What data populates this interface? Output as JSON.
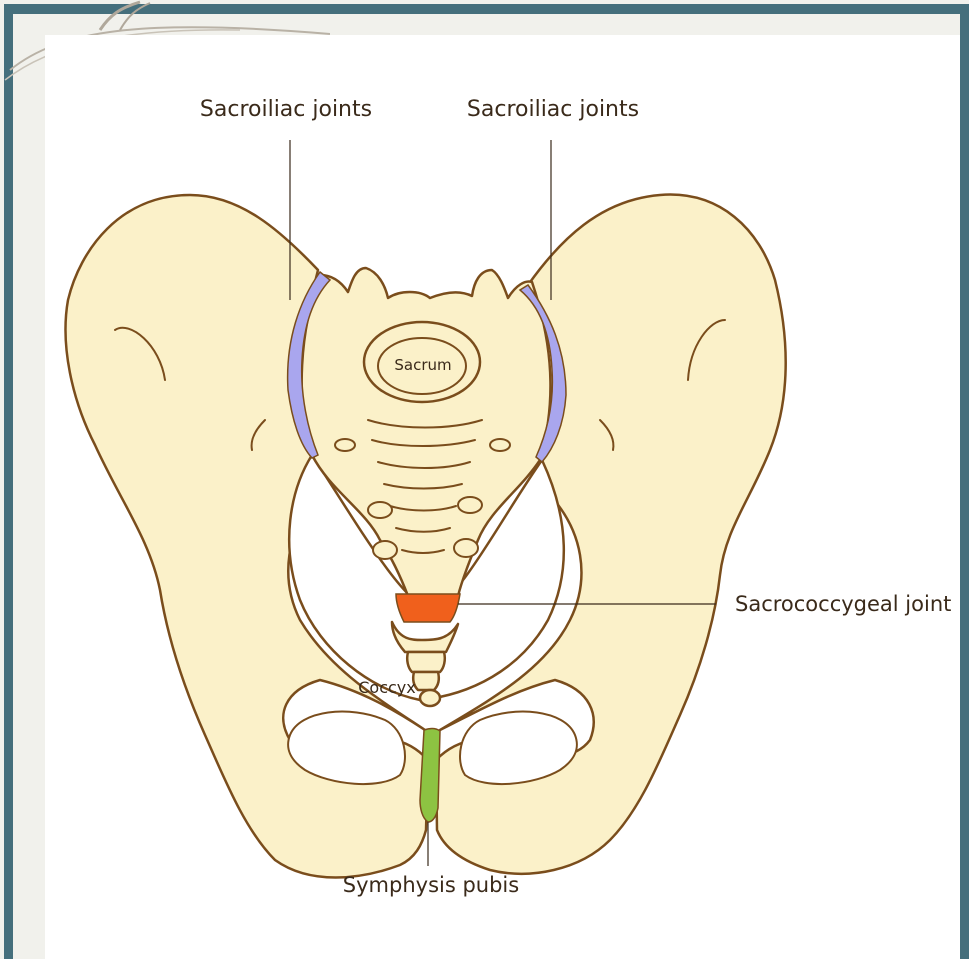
{
  "labels": {
    "sacroiliac_left": "Sacroiliac joints",
    "sacroiliac_right": "Sacroiliac joints",
    "sacrum": "Sacrum",
    "sacrococcygeal": "Sacrococcygeal joint",
    "coccyx": "Coccyx",
    "symphysis": "Symphysis pubis"
  },
  "colors": {
    "frame": "#456f7c",
    "bone": "#fbf1c9",
    "outline": "#7a4d1c",
    "sacroiliac_joint": "#a9a6ee",
    "sacrococcygeal_joint": "#f0601c",
    "symphysis_pubis": "#8dc342"
  }
}
